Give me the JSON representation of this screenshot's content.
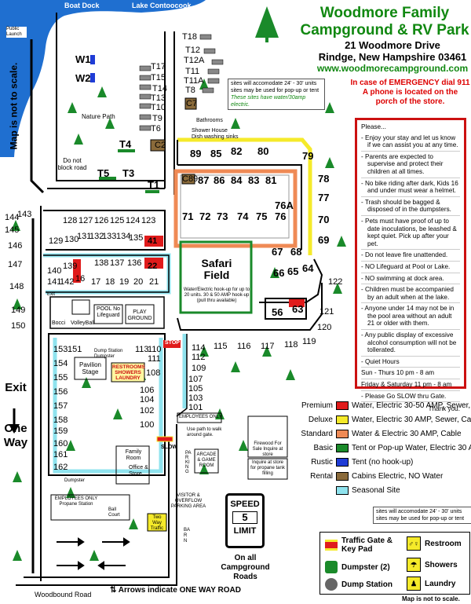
{
  "header": {
    "title_line1": "Woodmore Family",
    "title_line2": "Campground & RV Park",
    "address_line1": "21 Woodmore Drive",
    "address_line2": "Rindge, New Hampshire 03461",
    "url": "www.woodmorecampground.com",
    "emergency_line1": "In case of EMERGENCY dial 911",
    "emergency_line2": "A phone is located on the",
    "emergency_line3": "porch of the store."
  },
  "rules": {
    "heading": "Please...",
    "items": [
      "- Enjoy your stay and let us know if we can assist you at any time.",
      "- Parents are expected to supervise and protect their children at all times.",
      "- No bike riding after dark, Kids 16 and under must wear a helmet.",
      "- Trash should be bagged & disposed of in the dumpsters.",
      "- Pets must have proof of up to date inoculations, be leashed & kept quiet. Pick up after your pet.",
      "- Do not leave fire unattended.",
      "- NO Lifeguard at Pool or Lake.",
      "- NO swimming at dock area.",
      "- Children must be accompanied by an adult when at the lake.",
      "- Anyone under 14 may not be in the pool area without an adult 21 or older with them.",
      "- Any public display of excessive alcohol consumption will not be tollerated.",
      "- Quiet Hours",
      "Sun - Thurs 10 pm - 8 am",
      "Friday & Saturday 11 pm - 8 am",
      "- Please Go SLOW thru Gate."
    ],
    "thanks": "Thank you."
  },
  "legend": {
    "items": [
      {
        "category": "Premium",
        "color": "#e01b1b",
        "desc": "Water, Electric 30-50 AMP, Sewer, Cable"
      },
      {
        "category": "Deluxe",
        "color": "#f5ea2a",
        "desc": "Water, Electric 30 AMP, Sewer, Cable"
      },
      {
        "category": "Standard",
        "color": "#ef8a55",
        "desc": "Water & Electric 30 AMP, Cable"
      },
      {
        "category": "Basic",
        "color": "#1a8a2a",
        "desc": "Tent or Pop-up Water, Electric 30 AMP"
      },
      {
        "category": "Rustic",
        "color": "#1f3cd6",
        "desc": "Tent (no hook-up)"
      },
      {
        "category": "Rental",
        "color": "#8a6a3a",
        "desc": "Cabins Electric, NO Water"
      },
      {
        "category": "",
        "color": "#8fe3ee",
        "desc": "Seasonal Site"
      }
    ],
    "rv_note1": "sites will accomodate 24' - 30' units",
    "rv_note2": "sites may be used for pop-up or tent",
    "water_note": "These sites have water/30amp electric."
  },
  "key": {
    "traffic_gate": "Traffic Gate & Key Pad",
    "dumpster": "Dumpster (2)",
    "dump_station": "Dump Station",
    "restroom": "Restroom",
    "showers": "Showers",
    "laundry": "Laundry"
  },
  "speed_sign": {
    "line1": "SPEED",
    "line2": "5",
    "line3": "LIMIT"
  },
  "on_all": "On all Campground Roads",
  "arrows_note": "Arrows indicate ONE WAY ROAD",
  "not_to_scale_bottom": "Map is not to scale.",
  "not_to_scale_side": "Map is not to scale.",
  "exit_label": [
    "Exit",
    "One",
    "Way"
  ],
  "places": {
    "boat_dock": "Boat Dock",
    "lake": "Lake Contoocook",
    "public_launch": "Public Launch",
    "nature_path": "Nature Path",
    "do_not_block": "Do not block road",
    "bathrooms": "Bathrooms",
    "shower_house": "Shower House Dish washing sinks",
    "safari_field": "Safari Field",
    "safari_note": "Water/Electric hook-up for up to 20 units. 30 & 50 AMP hook-up (pull thru available)",
    "pool": "POOL No Lifeguard",
    "play_ground": "PLAY GROUND",
    "bocci": "Bocci",
    "volleyball": "VolleyBall",
    "pavilion": "Pavilion Stage",
    "dump_station": "Dump Station Dumpster",
    "restrooms_box": "RESTROOMS SHOWERS LAUNDRY",
    "stop": "STOP",
    "family_room": "Family Room",
    "office": "Office & Store",
    "dumpster": "Dumpster",
    "employees_only": "EMPLOYEES ONLY",
    "use_path": "Use path to walk around gate.",
    "slow": "SLOW",
    "parking": "PARKING",
    "arcade": "ARCADE & GAME ROOM",
    "firewood": "Firewood For Sale Inquire at store",
    "propane": "Inquire at store for propane tank filling",
    "employees_propane": "EMPLOYEES ONLY Propane Station",
    "ball_court": "Ball Court",
    "visitor_parking": "VISITOR & OVERFLOW PARKING AREA",
    "two_way": "Two Way Traffic",
    "barn": "BARN",
    "woodbound_road": "Woodbound Road",
    "exit_small": "Exit"
  }
}
